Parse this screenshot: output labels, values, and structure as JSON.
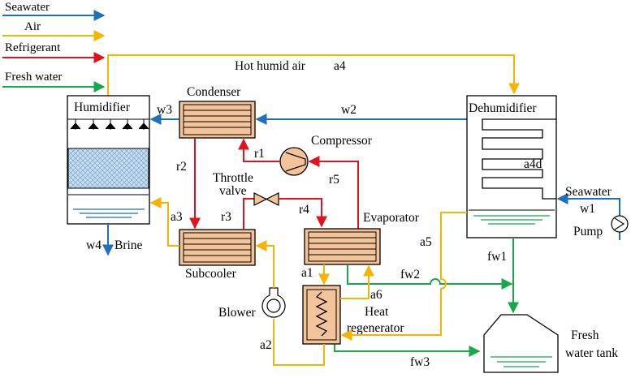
{
  "colors": {
    "seawater": "#1f6fbf",
    "air": "#f5b400",
    "refrigerant": "#e0141e",
    "fresh_water": "#16a84a",
    "hx_fill": "#f3c49a",
    "mesh": "#b8d4ea"
  },
  "legend": [
    {
      "label": "Seawater",
      "color_key": "seawater"
    },
    {
      "label": "Air",
      "color_key": "air"
    },
    {
      "label": "Refrigerant",
      "color_key": "refrigerant"
    },
    {
      "label": "Fresh water",
      "color_key": "fresh_water"
    }
  ],
  "components": {
    "humidifier": "Humidifier",
    "condenser": "Condenser",
    "dehumidifier": "Dehumidifier",
    "compressor": "Compressor",
    "throttle_line1": "Throttle",
    "throttle_line2": "valve",
    "evaporator": "Evaporator",
    "subcooler": "Subcooler",
    "blower": "Blower",
    "regenerator_line1": "Heat",
    "regenerator_line2": "regenerator",
    "tank_line1": "Fresh",
    "tank_line2": "water tank",
    "pump": "Pump",
    "brine": "Brine",
    "seawater_inlet": "Seawater"
  },
  "streams": {
    "hot_air": "Hot humid air",
    "a4": "a4",
    "w3": "w3",
    "w2": "w2",
    "r1": "r1",
    "r2": "r2",
    "r3": "r3",
    "r4": "r4",
    "r5": "r5",
    "a4d": "a4d",
    "w1": "w1",
    "a3": "a3",
    "w4": "w4",
    "a5": "a5",
    "fw1": "fw1",
    "a1": "a1",
    "fw2": "fw2",
    "a6": "a6",
    "a2": "a2",
    "fw3": "fw3"
  }
}
